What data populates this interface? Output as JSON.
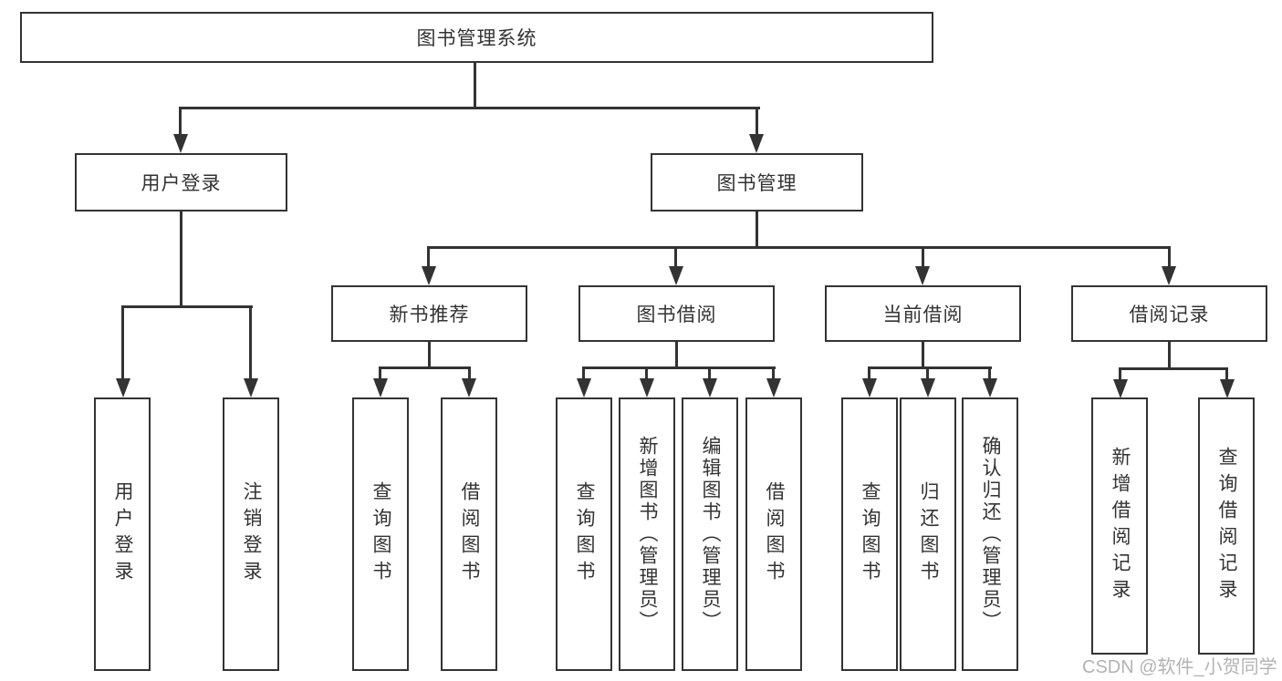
{
  "diagram": {
    "root": {
      "label": "图书管理系统"
    },
    "level2": [
      {
        "label": "用户登录",
        "children": [
          "用户登录",
          "注销登录"
        ]
      },
      {
        "label": "图书管理",
        "children": [
          {
            "label": "新书推荐",
            "children": [
              "查询图书",
              "借阅图书"
            ]
          },
          {
            "label": "图书借阅",
            "children": [
              "查询图书",
              "新增图书（管理员）",
              "编辑图书（管理员）",
              "借阅图书"
            ]
          },
          {
            "label": "当前借阅",
            "children": [
              "查询图书",
              "归还图书",
              "确认归还（管理员）"
            ]
          },
          {
            "label": "借阅记录",
            "children": [
              "新增借阅记录",
              "查询借阅记录"
            ]
          }
        ]
      }
    ],
    "colors": {
      "line": "#333333",
      "box_border": "#333333",
      "text": "#333333",
      "background": "#ffffff",
      "watermark": "#b3b3b3"
    }
  },
  "watermark": {
    "text": "CSDN @软件_小贺同学"
  }
}
